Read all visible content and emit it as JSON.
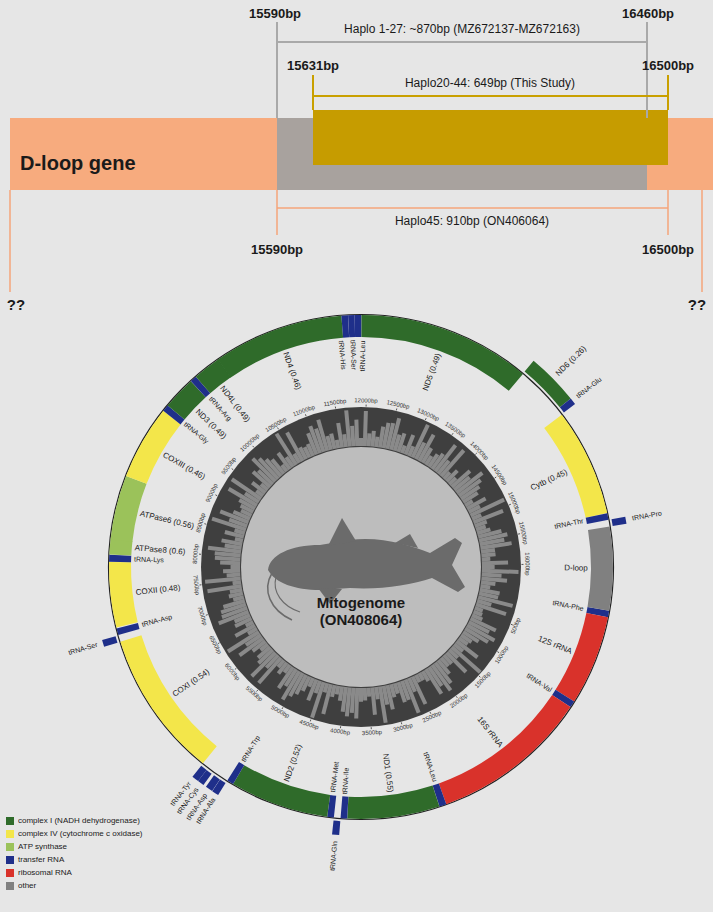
{
  "diagram": {
    "nodes": [
      {
        "text": [
          "D-loop gene"
        ]
      }
    ],
    "labels": [
      "15590bp",
      "16460bp",
      "Haplo 1-27: ~870bp (MZ672137-MZ672163)",
      "15631bp",
      "16500bp",
      "Haplo20-44: 649bp (This Study)",
      "Haplo45: 910bp (ON406064)",
      "15590bp",
      "16500bp",
      "??",
      "??",
      "Mitogenome (ON408064)",
      "tRNA-Phe",
      "12S rRNA",
      "tRNA-Val",
      "16S rRNA",
      "tRNA-Leu",
      "ND1 (0.55)",
      "tRNA-Ile",
      "tRNA-Gln",
      "tRNA-Met",
      "ND2 (0.52)",
      "tRNA-Trp",
      "tRNA-Ala",
      "tRNA-Asp",
      "tRNA-Cys",
      "tRNA-Tyr",
      "COXI (0.54)",
      "tRNA-Ser",
      "tRNA-Asp",
      "COXII (0.48)",
      "tRNA-Lys",
      "ATPase8 (0.6)",
      "ATPase6 (0.56)",
      "COXIII (0.46)",
      "tRNA-Gly",
      "ND3 (0.49)",
      "tRNA-Arg",
      "ND4L (0.49)",
      "ND4 (0.46)",
      "tRNA-His",
      "tRNA-Ser",
      "tRNA-Leu",
      "ND5 (0.49)",
      "ND6 (0.26)",
      "tRNA-Glu",
      "Cytb (0.45)",
      "tRNA-Thr",
      "tRNA-Pro",
      "D-loop",
      "500bp",
      "1000bp",
      "1500bp",
      "2000bp",
      "2500bp",
      "3000bp",
      "3500bp",
      "4000bp",
      "4500bp",
      "5000bp",
      "5500bp",
      "6000bp",
      "6500bp",
      "7000bp",
      "7500bp",
      "8000bp",
      "8500bp",
      "9000bp",
      "9500bp",
      "10000bp",
      "10500bp",
      "11000bp",
      "11500bp",
      "12000bp",
      "12500bp",
      "13000bp",
      "13500bp",
      "14000bp",
      "14500bp",
      "15000bp",
      "15500bp",
      "16000bp"
    ],
    "legend": [
      {
        "text": "complex I (NADH dehydrogenase)",
        "color": "#2f6b2a"
      },
      {
        "text": "complex IV (cytochrome c oxidase)",
        "color": "#f3e64a"
      },
      {
        "text": "ATP synthase",
        "color": "#9bc25a"
      },
      {
        "text": "transfer RNA",
        "color": "#1f2f8a"
      },
      {
        "text": "ribosomal RNA",
        "color": "#d9322b"
      },
      {
        "text": "other",
        "color": "#808080"
      }
    ]
  }
}
